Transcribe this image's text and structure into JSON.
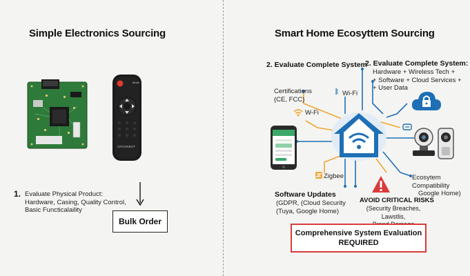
{
  "left": {
    "title": "Simple Electronics Sourcing",
    "step_number": "1.",
    "step_text_1": "Evaluate Physical Product:",
    "step_text_2": "Hardware, Casing, Quality Control,",
    "step_text_3": "Basic Functicalaility",
    "bulk_order": "Bulk Order",
    "remote_brand": "CROOKBOT",
    "remote_button": "Mode"
  },
  "right": {
    "title": "Smart Home Ecosyttem Sourcing",
    "step2a": "2. Evaluate Complete System",
    "step2b_1": "2. Evaluate Complete System:",
    "step2b_2": "Hardware + Wireless Tech +",
    "step2b_3": "+ Software + Cloud Services +",
    "step2b_4": "+ User Data",
    "cert_1": "Certifications",
    "cert_2": "(CE, FCC)",
    "wifi_top": "Wi-Fi",
    "wifi_left": "W-Fi",
    "zigbee": "Zigbee",
    "software_title": "Software Updates",
    "software_1": "(GDPR, (Cloud Security",
    "software_2": "(Tuya, Google Home)",
    "risks_title": "AVOID CRITICAL RISKS",
    "risks_1": "(Security Breaches, Lawstlis,",
    "risks_2": "Brand Damage",
    "eco_1": "Ecosytem",
    "eco_2": "Compatibility",
    "eco_3": "Google Home)",
    "required_1": "Comprehensive System Evaluation",
    "required_2": "REQUIRED"
  },
  "colors": {
    "blue": "#1f6fb5",
    "orange": "#f0a531",
    "red": "#d93a3a",
    "pcb_green": "#2e7a3a"
  }
}
